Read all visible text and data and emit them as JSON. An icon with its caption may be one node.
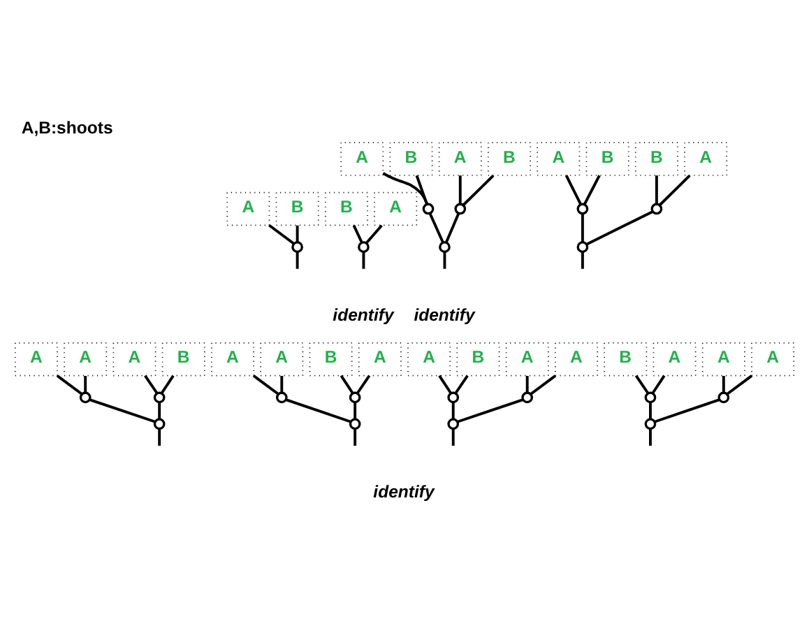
{
  "diagram": {
    "title": "A,B:shoots",
    "nodes": [
      {
        "text": [
          "A"
        ]
      },
      {
        "text": [
          "B"
        ]
      },
      {
        "text": [],
        "shape": "circle"
      },
      {
        "text": [
          "B"
        ]
      },
      {
        "text": [
          "A"
        ]
      },
      {
        "text": [],
        "shape": "circle"
      },
      {
        "text": [
          "A"
        ]
      },
      {
        "text": [
          "B"
        ]
      },
      {
        "text": [
          "A"
        ]
      },
      {
        "text": [
          "B"
        ]
      },
      {
        "text": [],
        "shape": "circle"
      },
      {
        "text": [],
        "shape": "circle"
      },
      {
        "text": [],
        "shape": "circle"
      },
      {
        "text": [
          "A"
        ]
      },
      {
        "text": [
          "B"
        ]
      },
      {
        "text": [
          "B"
        ]
      },
      {
        "text": [
          "A"
        ]
      },
      {
        "text": [],
        "shape": "circle"
      },
      {
        "text": [],
        "shape": "circle"
      },
      {
        "text": [],
        "shape": "circle"
      },
      {
        "text": [
          "A"
        ]
      },
      {
        "text": [
          "A"
        ]
      },
      {
        "text": [
          "A"
        ]
      },
      {
        "text": [
          "B"
        ]
      },
      {
        "text": [],
        "shape": "circle"
      },
      {
        "text": [],
        "shape": "circle"
      },
      {
        "text": [],
        "shape": "circle"
      },
      {
        "text": [
          "A"
        ]
      },
      {
        "text": [
          "A"
        ]
      },
      {
        "text": [
          "B"
        ]
      },
      {
        "text": [
          "A"
        ]
      },
      {
        "text": [],
        "shape": "circle"
      },
      {
        "text": [],
        "shape": "circle"
      },
      {
        "text": [],
        "shape": "circle"
      },
      {
        "text": [
          "A"
        ]
      },
      {
        "text": [
          "B"
        ]
      },
      {
        "text": [
          "A"
        ]
      },
      {
        "text": [
          "A"
        ]
      },
      {
        "text": [],
        "shape": "circle"
      },
      {
        "text": [],
        "shape": "circle"
      },
      {
        "text": [],
        "shape": "circle"
      },
      {
        "text": [
          "B"
        ]
      },
      {
        "text": [
          "A"
        ]
      },
      {
        "text": [
          "A"
        ]
      },
      {
        "text": [
          "A"
        ]
      },
      {
        "text": [],
        "shape": "circle"
      },
      {
        "text": [],
        "shape": "circle"
      },
      {
        "text": [],
        "shape": "circle"
      }
    ],
    "edges": [
      {
        "from": 2,
        "to": 0,
        "arrow": "none"
      },
      {
        "from": 2,
        "to": 1,
        "arrow": "none"
      },
      {
        "from": null,
        "to": 2,
        "arrow": "none"
      },
      {
        "from": 5,
        "to": 3,
        "arrow": "none"
      },
      {
        "from": 5,
        "to": 4,
        "arrow": "none"
      },
      {
        "from": null,
        "to": 5,
        "arrow": "none"
      },
      {
        "from": 10,
        "to": 6,
        "arrow": "none"
      },
      {
        "from": 10,
        "to": 7,
        "arrow": "none"
      },
      {
        "from": 11,
        "to": 8,
        "arrow": "none"
      },
      {
        "from": 11,
        "to": 9,
        "arrow": "none"
      },
      {
        "from": 12,
        "to": 10,
        "arrow": "none"
      },
      {
        "from": 12,
        "to": 11,
        "arrow": "none"
      },
      {
        "from": null,
        "to": 12,
        "arrow": "none"
      },
      {
        "from": 17,
        "to": 13,
        "arrow": "none"
      },
      {
        "from": 17,
        "to": 14,
        "arrow": "none"
      },
      {
        "from": 18,
        "to": 15,
        "arrow": "none"
      },
      {
        "from": 18,
        "to": 16,
        "arrow": "none"
      },
      {
        "from": 19,
        "to": 17,
        "arrow": "none"
      },
      {
        "from": 19,
        "to": 18,
        "arrow": "none"
      },
      {
        "from": null,
        "to": 19,
        "arrow": "none"
      },
      {
        "from": 24,
        "to": 20,
        "arrow": "none"
      },
      {
        "from": 24,
        "to": 21,
        "arrow": "none"
      },
      {
        "from": 25,
        "to": 22,
        "arrow": "none"
      },
      {
        "from": 25,
        "to": 23,
        "arrow": "none"
      },
      {
        "from": 26,
        "to": 24,
        "arrow": "none"
      },
      {
        "from": 26,
        "to": 25,
        "arrow": "none"
      },
      {
        "from": null,
        "to": 26,
        "arrow": "none"
      },
      {
        "from": 31,
        "to": 27,
        "arrow": "none"
      },
      {
        "from": 31,
        "to": 28,
        "arrow": "none"
      },
      {
        "from": 32,
        "to": 29,
        "arrow": "none"
      },
      {
        "from": 32,
        "to": 30,
        "arrow": "none"
      },
      {
        "from": 33,
        "to": 31,
        "arrow": "none"
      },
      {
        "from": 33,
        "to": 32,
        "arrow": "none"
      },
      {
        "from": null,
        "to": 33,
        "arrow": "none"
      },
      {
        "from": 38,
        "to": 34,
        "arrow": "none"
      },
      {
        "from": 38,
        "to": 35,
        "arrow": "none"
      },
      {
        "from": 39,
        "to": 36,
        "arrow": "none"
      },
      {
        "from": 39,
        "to": 37,
        "arrow": "none"
      },
      {
        "from": 40,
        "to": 38,
        "arrow": "none"
      },
      {
        "from": 40,
        "to": 39,
        "arrow": "none"
      },
      {
        "from": null,
        "to": 40,
        "arrow": "none"
      },
      {
        "from": 45,
        "to": 41,
        "arrow": "none"
      },
      {
        "from": 45,
        "to": 42,
        "arrow": "none"
      },
      {
        "from": 46,
        "to": 43,
        "arrow": "none"
      },
      {
        "from": 46,
        "to": 44,
        "arrow": "none"
      },
      {
        "from": 47,
        "to": 45,
        "arrow": "none"
      },
      {
        "from": 47,
        "to": 46,
        "arrow": "none"
      },
      {
        "from": null,
        "to": 47,
        "arrow": "none"
      }
    ],
    "labels": [
      "identify",
      "identify",
      "identify"
    ]
  }
}
